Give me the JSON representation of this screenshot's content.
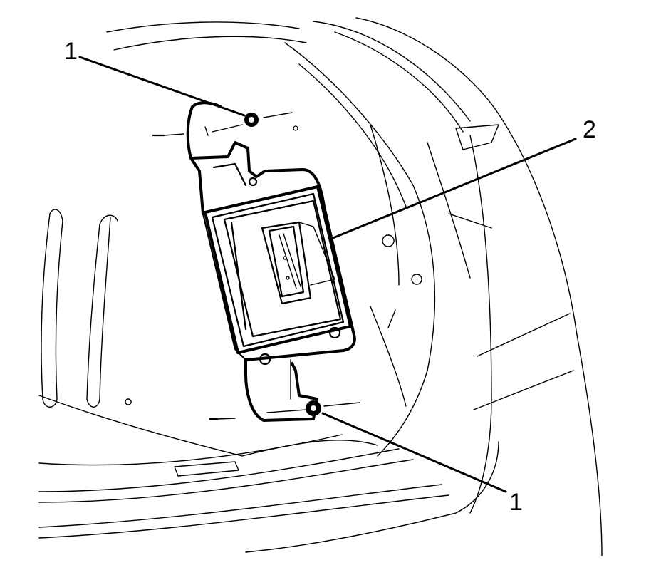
{
  "callouts": [
    {
      "label": "1"
    },
    {
      "label": "2"
    },
    {
      "label": "1"
    }
  ]
}
